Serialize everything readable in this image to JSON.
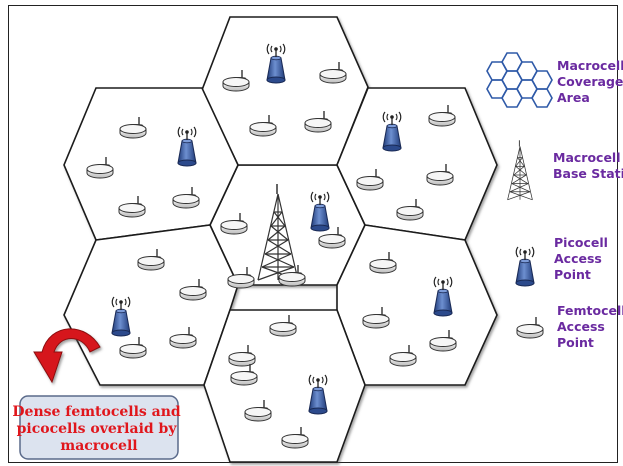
{
  "legend": {
    "macrocell_coverage": [
      "Macrocell",
      "Coverage",
      "Area"
    ],
    "macrocell_base_station": [
      "Macrocell",
      "Base Station"
    ],
    "picocell_access_point": [
      "Picocell",
      "Access",
      "Point"
    ],
    "femtocell_access_point": [
      "Femtocell",
      "Access",
      "Point"
    ]
  },
  "callout": {
    "lines": [
      "Dense femtocells and",
      "picocells overlaid by",
      "macrocell"
    ]
  },
  "colors": {
    "legend_text": "#6a2aa0",
    "callout_text": "#e0161c",
    "callout_fill": "#dce3ef",
    "arrow": "#d6161b",
    "picocell": "#3d5fa8",
    "tower": "#333333"
  },
  "icons": {
    "macrocell": "lattice-tower-icon",
    "picocell": "antenna-cone-icon",
    "femtocell": "router-disc-icon",
    "coverage": "hexagon-grid-icon"
  }
}
